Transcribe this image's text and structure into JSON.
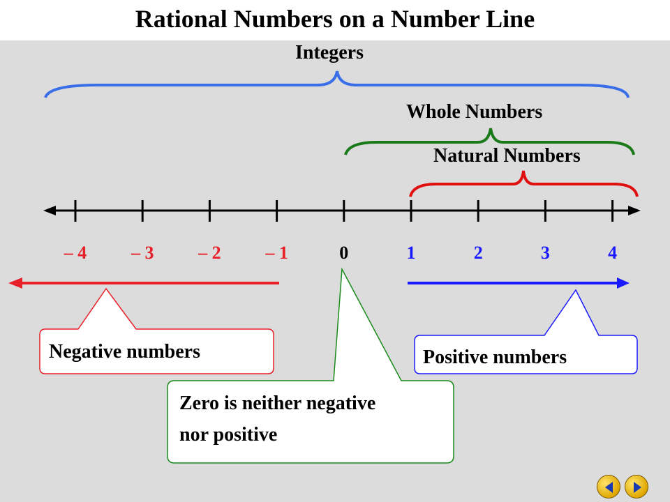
{
  "title": "Rational Numbers on a Number Line",
  "braces": {
    "integers": "Integers",
    "whole": "Whole Numbers",
    "natural": "Natural Numbers"
  },
  "number_line": {
    "negatives": [
      "– 4",
      "– 3",
      "– 2",
      "– 1"
    ],
    "zero": "0",
    "positives": [
      "1",
      "2",
      "3",
      "4"
    ]
  },
  "callouts": {
    "negative": "Negative numbers",
    "positive": "Positive numbers",
    "zero_line1": "Zero is neither negative",
    "zero_line2": "nor positive"
  },
  "nav": {
    "prev": "previous-slide",
    "next": "next-slide"
  },
  "colors": {
    "integers_brace": "#3a6ee8",
    "whole_brace": "#1a7a1a",
    "natural_brace": "#e01010",
    "negative": "#e8202a",
    "positive": "#1a1aff",
    "zero_callout": "#1a8a1a"
  }
}
